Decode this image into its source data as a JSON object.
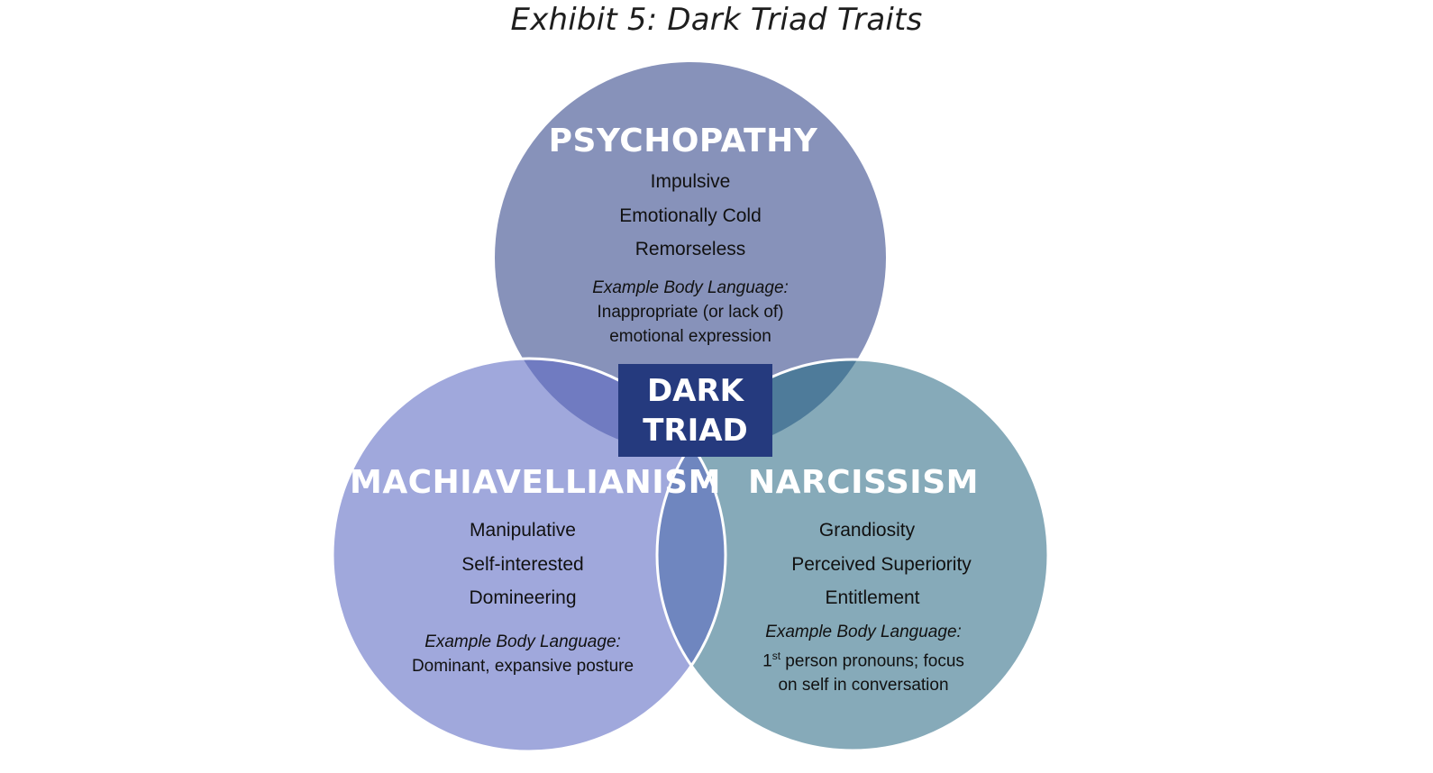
{
  "title": "Exhibit 5: Dark Triad Traits",
  "center": {
    "line1": "DARK",
    "line2": "TRIAD"
  },
  "colors": {
    "psychopathy": "#8792ba",
    "machiavellianism": "#a0a8dc",
    "narcissism": "#86aab9",
    "overlap_psych_mach": "#707bc1",
    "overlap_psych_narc": "#4e7b9a",
    "overlap_mach_narc": "#6f86bf",
    "center_box": "#253a7e"
  },
  "psychopathy": {
    "heading": "PSYCHOPATHY",
    "traits": [
      "Impulsive",
      "Emotionally Cold",
      "Remorseless"
    ],
    "example_label": "Example Body Language:",
    "example_lines": [
      "Inappropriate (or lack of)",
      "emotional expression"
    ]
  },
  "machiavellianism": {
    "heading": "MACHIAVELLIANISM",
    "traits": [
      "Manipulative",
      "Self-interested",
      "Domineering"
    ],
    "example_label": "Example Body Language:",
    "example_lines": [
      "Dominant, expansive  posture"
    ]
  },
  "narcissism": {
    "heading": "NARCISSISM",
    "traits": [
      "Grandiosity",
      "Perceived Superiority",
      "Entitlement"
    ],
    "example_label": "Example Body Language:",
    "example_line1_prefix": "1",
    "example_line1_sup": "st",
    "example_line1_rest": " person pronouns; focus",
    "example_line2": "on self in conversation"
  }
}
